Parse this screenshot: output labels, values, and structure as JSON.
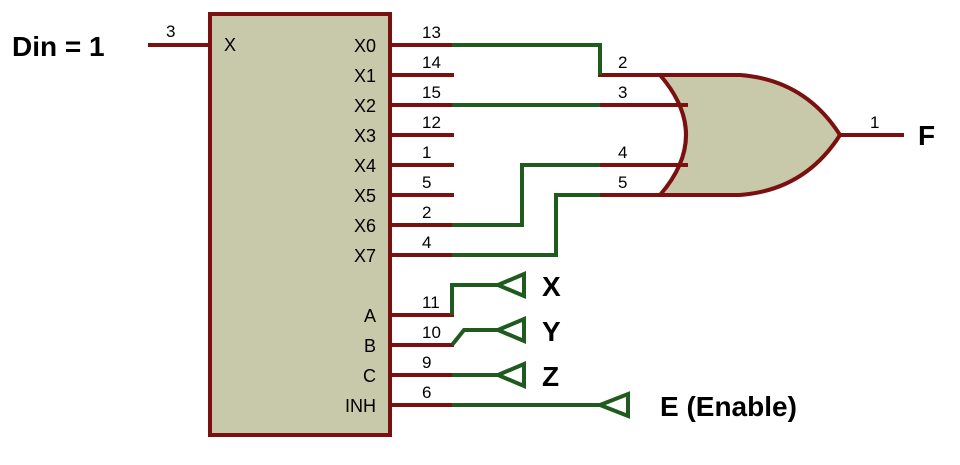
{
  "din_label": "Din = 1",
  "output_label": "F",
  "mux": {
    "input_pin": {
      "label": "X",
      "number": "3"
    },
    "outputs": [
      {
        "label": "X0",
        "number": "13"
      },
      {
        "label": "X1",
        "number": "14"
      },
      {
        "label": "X2",
        "number": "15"
      },
      {
        "label": "X3",
        "number": "12"
      },
      {
        "label": "X4",
        "number": "1"
      },
      {
        "label": "X5",
        "number": "5"
      },
      {
        "label": "X6",
        "number": "2"
      },
      {
        "label": "X7",
        "number": "4"
      }
    ],
    "selects": [
      {
        "label": "A",
        "number": "11"
      },
      {
        "label": "B",
        "number": "10"
      },
      {
        "label": "C",
        "number": "9"
      },
      {
        "label": "INH",
        "number": "6"
      }
    ]
  },
  "or_gate": {
    "input_numbers": [
      "2",
      "3",
      "4",
      "5"
    ],
    "output_number": "1"
  },
  "terminals": [
    "X",
    "Y",
    "Z",
    "E (Enable)"
  ],
  "colors": {
    "component_fill": "#c8c8aa",
    "component_stroke": "#7a1010",
    "pin_wire": "#7a1010",
    "net_wire": "#1f5a1f"
  }
}
